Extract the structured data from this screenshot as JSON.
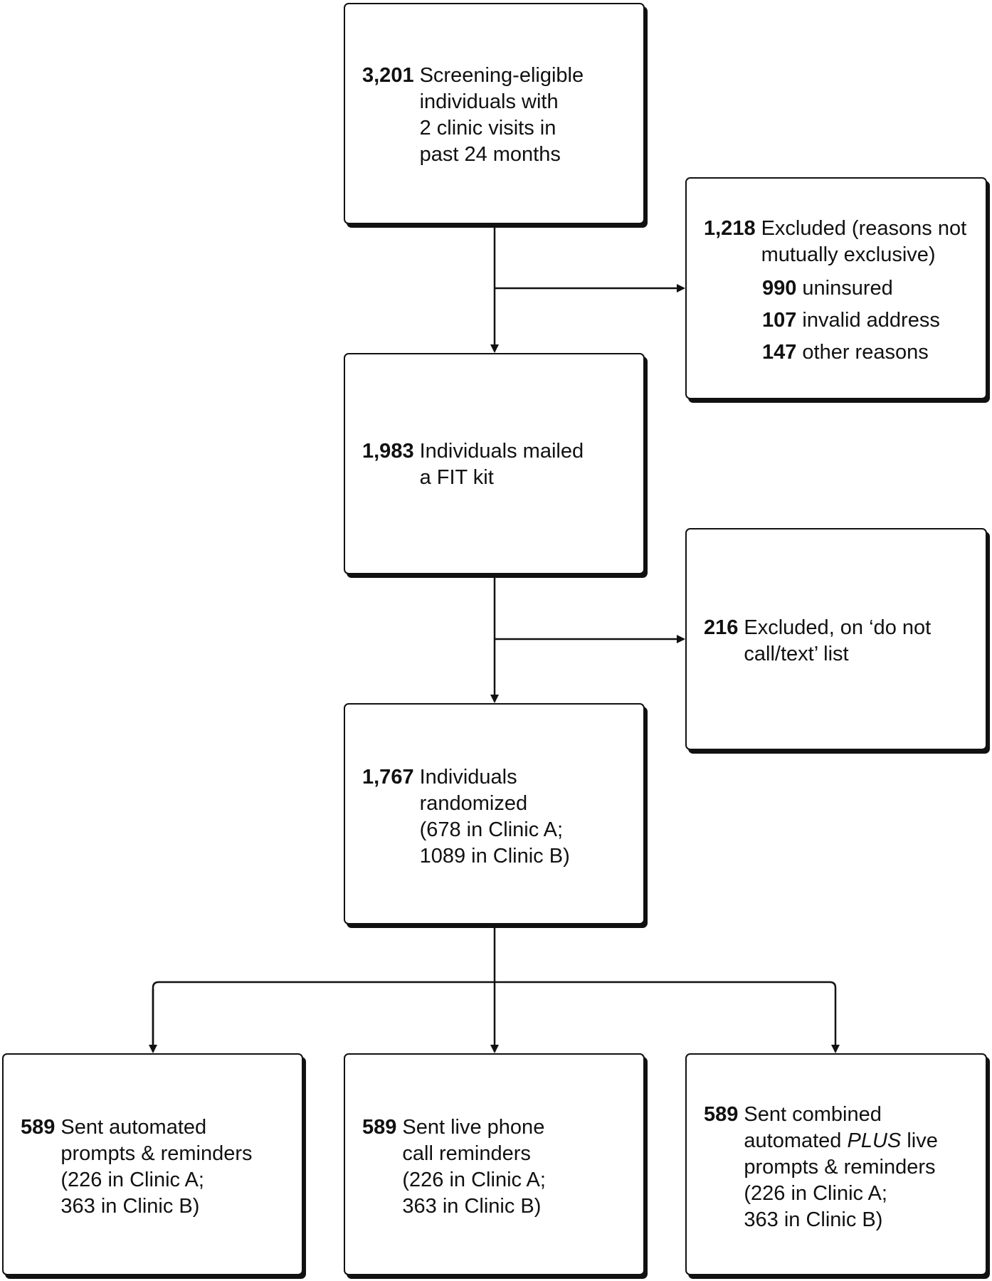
{
  "boxes": {
    "eligible": {
      "number": "3,201",
      "lines": [
        "Screening-eligible",
        "individuals with",
        "2 clinic visits in",
        "past 24 months"
      ]
    },
    "excluded1": {
      "number": "1,218",
      "lines": [
        "Excluded (reasons not",
        "mutually exclusive)"
      ],
      "reasons": [
        {
          "number": "990",
          "label": "uninsured"
        },
        {
          "number": "107",
          "label": "invalid address"
        },
        {
          "number": "147",
          "label": "other reasons"
        }
      ]
    },
    "mailed": {
      "number": "1,983",
      "lines": [
        "Individuals mailed",
        "a FIT kit"
      ]
    },
    "excluded2": {
      "number": "216",
      "lines": [
        "Excluded, on ‘do not",
        "call/text’ list"
      ]
    },
    "randomized": {
      "number": "1,767",
      "lines": [
        "Individuals",
        "randomized",
        "(678 in Clinic A;",
        "1089 in Clinic B)"
      ]
    },
    "arm_automated": {
      "number": "589",
      "lines": [
        "Sent automated",
        "prompts & reminders",
        "(226 in Clinic A;",
        "363 in Clinic B)"
      ]
    },
    "arm_live": {
      "number": "589",
      "lines": [
        "Sent live phone",
        "call reminders",
        "(226 in Clinic A;",
        "363 in Clinic B)"
      ]
    },
    "arm_combined": {
      "number": "589",
      "line1": "Sent combined",
      "line2_pre": "automated ",
      "line2_em": "PLUS",
      "line2_post": " live",
      "line3": "prompts & reminders",
      "line4": "(226 in Clinic A;",
      "line5": "363 in Clinic B)"
    }
  }
}
